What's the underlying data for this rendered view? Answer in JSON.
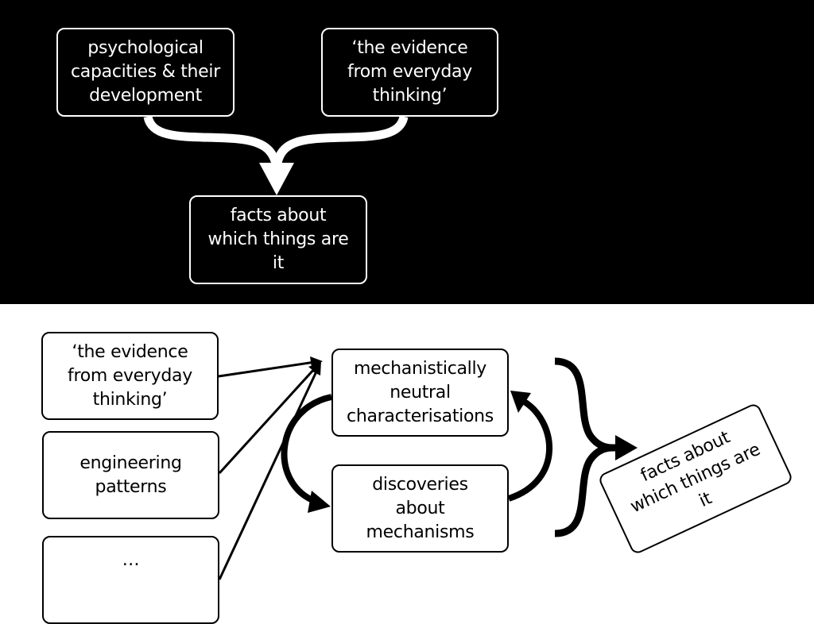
{
  "top": {
    "box_psych": "psychological\ncapacities & their\ndevelopment",
    "box_evidence": "‘the evidence\nfrom everyday\nthinking’",
    "box_facts": "facts about\nwhich things are\nit"
  },
  "bottom": {
    "box_evidence": "‘the evidence\nfrom everyday\nthinking’",
    "box_engineering": "engineering\npatterns",
    "box_more": "…",
    "box_neutral": "mechanistically\nneutral\ncharacterisations",
    "box_discoveries": "discoveries\nabout\nmechanisms",
    "box_facts": "facts about\nwhich things are\nit"
  },
  "colors": {
    "top_bg": "#000000",
    "bottom_bg": "#ffffff"
  }
}
